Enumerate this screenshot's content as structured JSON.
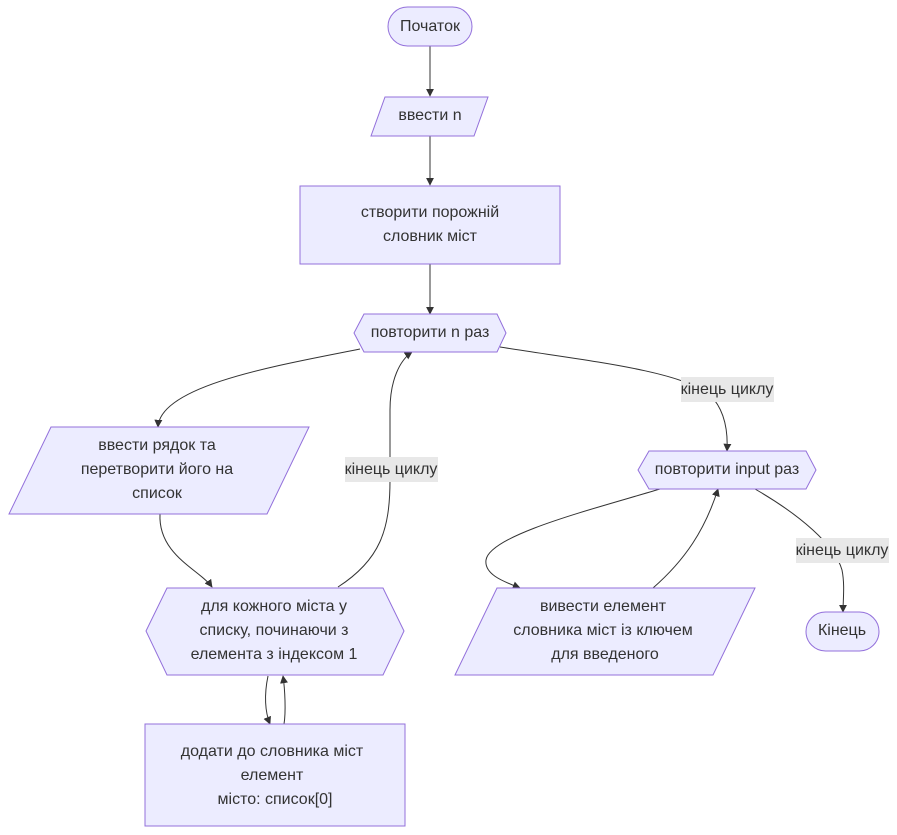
{
  "nodes": {
    "start": {
      "label": "Початок"
    },
    "input_n": {
      "label": "ввести n"
    },
    "create_dict": {
      "lines": [
        "створити порожній",
        "словник міст"
      ]
    },
    "repeat_n": {
      "label": "повторити n раз"
    },
    "input_row": {
      "lines": [
        "ввести рядок та",
        "перетворити його на",
        "список"
      ]
    },
    "for_each_city": {
      "lines": [
        "для кожного міста у",
        "списку, починаючи з",
        "елемента з індексом 1"
      ]
    },
    "add_to_dict": {
      "lines": [
        "додати до словника міст",
        "елемент",
        "місто: список[0]"
      ]
    },
    "repeat_input": {
      "label": "повторити input раз"
    },
    "output_element": {
      "lines": [
        "вивести елемент",
        "словника міст із ключем",
        "для введеного"
      ]
    },
    "end": {
      "label": "Кінець"
    }
  },
  "edges": {
    "loop_end_1": "кінець циклу",
    "loop_end_2": "кінець циклу",
    "loop_end_3": "кінець циклу"
  }
}
